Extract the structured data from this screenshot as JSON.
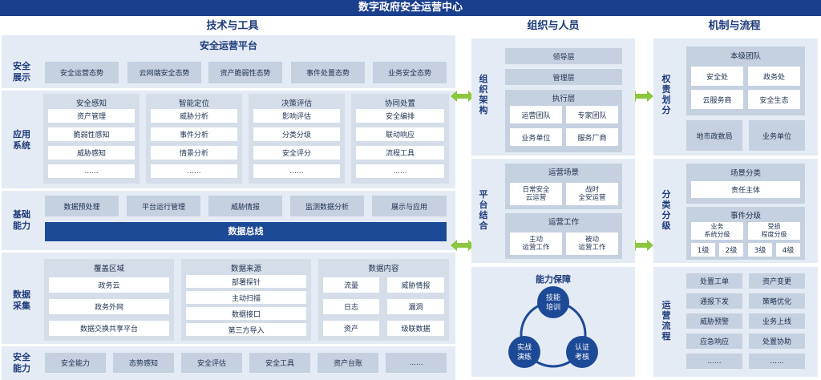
{
  "title": "数字政府安全运营中心",
  "columns": {
    "left": "技术与工具",
    "middle": "组织与人员",
    "right": "机制与流程"
  },
  "platform": "安全运营平台",
  "rows": {
    "display": {
      "label": [
        "安全",
        "展示"
      ],
      "items": [
        "安全运营态势",
        "云网端安全态势",
        "资产脆弱性态势",
        "事件处置态势",
        "业务安全态势"
      ]
    },
    "app": {
      "label": [
        "应用",
        "系统"
      ],
      "groups": [
        {
          "title": "安全感知",
          "items": [
            "资产管理",
            "脆弱性感知",
            "威胁感知",
            "......"
          ]
        },
        {
          "title": "智能定位",
          "items": [
            "威胁分析",
            "事件分析",
            "情景分析",
            "......"
          ]
        },
        {
          "title": "决策评估",
          "items": [
            "影响评估",
            "分类分级",
            "安全评分",
            "......"
          ]
        },
        {
          "title": "协同处置",
          "items": [
            "安全编排",
            "联动响应",
            "流程工具",
            "......"
          ]
        }
      ]
    },
    "base": {
      "label": [
        "基础",
        "能力"
      ],
      "items": [
        "数据预处理",
        "平台运行管理",
        "威胁情报",
        "监测数据分析",
        "展示与应用"
      ],
      "bus": "数据总线"
    },
    "collect": {
      "label": [
        "数据",
        "采集"
      ],
      "coverage": {
        "title": "覆盖区域",
        "items": [
          "政务云",
          "政务外网",
          "数据交换共享平台"
        ]
      },
      "source": {
        "title": "数据来源",
        "items": [
          "部署探针",
          "主动扫描",
          "数据接口",
          "第三方导入"
        ]
      },
      "content": {
        "title": "数据内容",
        "items": [
          "流量",
          "威胁情报",
          "日志",
          "漏洞",
          "资产",
          "级联数据"
        ]
      }
    },
    "capability": {
      "label": [
        "安全",
        "能力"
      ],
      "items": [
        "安全能力",
        "态势感知",
        "安全评估",
        "安全工具",
        "资产台账",
        "......"
      ]
    }
  },
  "org": {
    "label": [
      "组",
      "织",
      "架",
      "构"
    ],
    "leader": "领导层",
    "mgmt": "管理层",
    "exec": {
      "title": "执行层",
      "items": [
        "运营团队",
        "专家团队",
        "业务单位",
        "服务厂商"
      ]
    }
  },
  "platform_combo": {
    "label": [
      "平",
      "台",
      "结",
      "合"
    ],
    "scene": {
      "title": "运营场景",
      "items": [
        [
          "日常安全",
          "云运营"
        ],
        [
          "战时",
          "全安运营"
        ]
      ]
    },
    "work": {
      "title": "运营工作",
      "items": [
        [
          "主动",
          "运营工作"
        ],
        [
          "被动",
          "运营工作"
        ]
      ]
    }
  },
  "ability": {
    "title": "能力保障",
    "nodes": [
      [
        "技能",
        "培训"
      ],
      [
        "实战",
        "演练"
      ],
      [
        "认证",
        "考核"
      ]
    ]
  },
  "rights": {
    "label": [
      "权",
      "责",
      "划",
      "分"
    ],
    "team": {
      "title": "本级团队",
      "items": [
        "安全处",
        "政务处",
        "云服务商",
        "安全生态"
      ]
    },
    "local": [
      "地市政数局",
      "业务单位"
    ]
  },
  "classify": {
    "label": [
      "分",
      "类",
      "分",
      "级"
    ],
    "scene": "场景分类",
    "owner": "责任主体",
    "event": "事件分级",
    "subs": [
      [
        "业务",
        "系统分级"
      ],
      [
        "受损",
        "程度分级"
      ]
    ],
    "levels": [
      "1级",
      "2级",
      "3级",
      "4级"
    ]
  },
  "process": {
    "label": [
      "运",
      "营",
      "流",
      "程"
    ],
    "items": [
      "处置工单",
      "资产变更",
      "通报下发",
      "策略优化",
      "威胁预警",
      "业务上线",
      "应急响应",
      "处置协助",
      "......",
      "......"
    ]
  },
  "colors": {
    "navy": "#1d4a96",
    "title_bg": "#1a3f8c",
    "panel": "#e4ebf4",
    "box": "#c5d0e0",
    "arrow": "#8cc63f"
  }
}
